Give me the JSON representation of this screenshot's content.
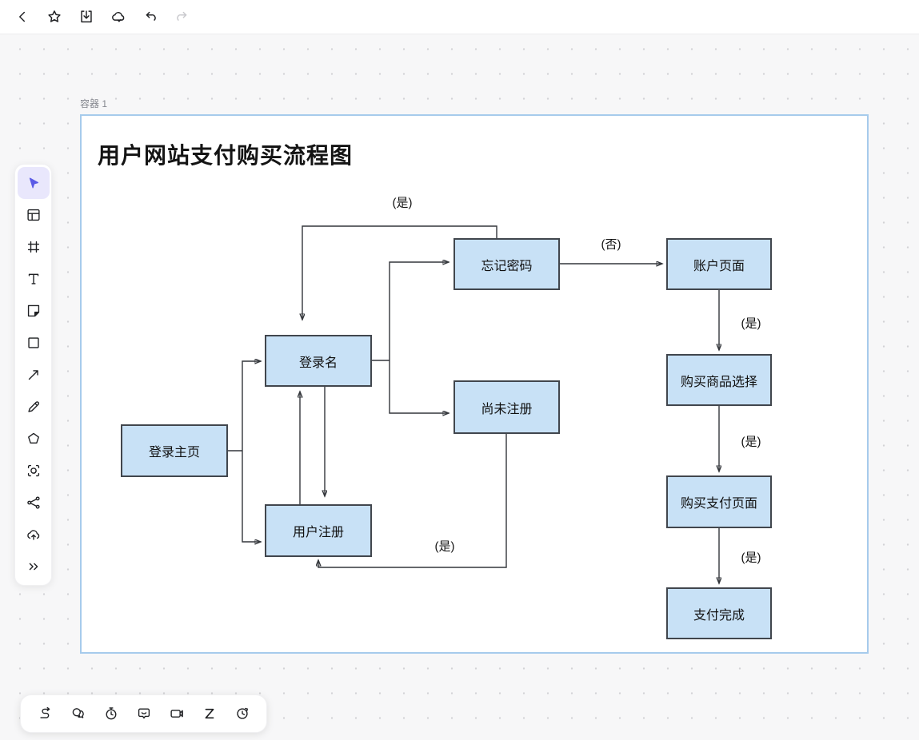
{
  "topbar": {
    "icons": [
      {
        "name": "back"
      },
      {
        "name": "favorite-star"
      },
      {
        "name": "save-download"
      },
      {
        "name": "cloud-sync"
      },
      {
        "name": "undo"
      },
      {
        "name": "redo",
        "disabled": true
      }
    ]
  },
  "left_toolbar": {
    "active_tool": "select",
    "tools": [
      {
        "name": "select"
      },
      {
        "name": "board"
      },
      {
        "name": "frame"
      },
      {
        "name": "text"
      },
      {
        "name": "sticky-note"
      },
      {
        "name": "shape"
      },
      {
        "name": "arrow"
      },
      {
        "name": "pen"
      },
      {
        "name": "polygon"
      },
      {
        "name": "capture"
      },
      {
        "name": "connector"
      },
      {
        "name": "cloud-upload"
      },
      {
        "name": "more"
      }
    ]
  },
  "bottom_toolbar": {
    "icons": [
      {
        "name": "flow-connector"
      },
      {
        "name": "comments"
      },
      {
        "name": "timer"
      },
      {
        "name": "feedback"
      },
      {
        "name": "video-record"
      },
      {
        "name": "letter-z"
      },
      {
        "name": "history"
      }
    ]
  },
  "canvas": {
    "container_label": "容器 1",
    "title": "用户网站支付购买流程图",
    "nodes": [
      {
        "id": "login-home",
        "label": "登录主页"
      },
      {
        "id": "login-name",
        "label": "登录名"
      },
      {
        "id": "user-register",
        "label": "用户注册"
      },
      {
        "id": "forgot-password",
        "label": "忘记密码"
      },
      {
        "id": "not-registered",
        "label": "尚未注册"
      },
      {
        "id": "account-page",
        "label": "账户页面"
      },
      {
        "id": "product-select",
        "label": "购买商品选择"
      },
      {
        "id": "payment-page",
        "label": "购买支付页面"
      },
      {
        "id": "payment-done",
        "label": "支付完成"
      }
    ],
    "edge_labels": [
      {
        "id": "yes-top",
        "text": "(是)"
      },
      {
        "id": "no-right",
        "text": "(否)"
      },
      {
        "id": "yes-account",
        "text": "(是)"
      },
      {
        "id": "yes-product",
        "text": "(是)"
      },
      {
        "id": "yes-payment",
        "text": "(是)"
      },
      {
        "id": "yes-register",
        "text": "(是)"
      }
    ],
    "colors": {
      "node_fill": "#C8E1F6",
      "node_border": "#41464D",
      "container_border": "#A6CBEC",
      "connector": "#33363B",
      "accent": "#5B5BE6",
      "canvas_dot": "#D3D3D6"
    }
  }
}
